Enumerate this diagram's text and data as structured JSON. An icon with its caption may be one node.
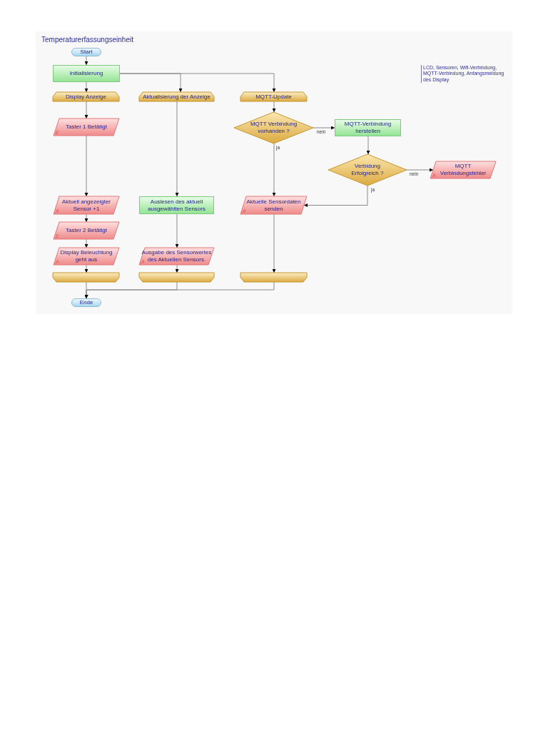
{
  "diagram": {
    "title": "Temperaturerfassungseinheit",
    "nodes": [
      {
        "text": [
          "Start"
        ]
      },
      {
        "text": [
          "Initialisierung"
        ]
      },
      {
        "text": [
          "Display Anzeige"
        ]
      },
      {
        "text": [
          "Aktualisierung der Anzeige"
        ]
      },
      {
        "text": [
          "MQTT-Update"
        ]
      },
      {
        "text": [
          "Taster 1 Betätigt",
          "E"
        ]
      },
      {
        "text": [
          "MQTT Verbindung vorhanden ?"
        ]
      },
      {
        "text": [
          "MQTT-Verbindung herstellen"
        ]
      },
      {
        "text": [
          "Verbidung Erfolgreich ?"
        ]
      },
      {
        "text": [
          "A",
          "MQTT Verbindungsfehler"
        ]
      },
      {
        "text": [
          "A",
          "Aktuell angezeigter Sensor +1"
        ]
      },
      {
        "text": [
          "Auslesen des aktuell ausgewählten Sensors"
        ]
      },
      {
        "text": [
          "A",
          "Aktuelle Sensordaten senden"
        ]
      },
      {
        "text": [
          "Taster 2 Betätigt",
          "E"
        ]
      },
      {
        "text": [
          "A",
          "Display Beleuchtung geht aus"
        ]
      },
      {
        "text": [
          "A",
          "Ausgabe des Sensorwertes des Aktuellen Sensors."
        ]
      },
      {
        "text": [],
        "shape": "box"
      },
      {
        "text": [],
        "shape": "box"
      },
      {
        "text": [],
        "shape": "box"
      },
      {
        "text": [
          "Ende"
        ]
      }
    ],
    "edges": [
      {
        "from": 0,
        "to": 1,
        "arrow": "to"
      },
      {
        "from": 1,
        "to": 2,
        "arrow": "to"
      },
      {
        "from": 1,
        "to": 3,
        "arrow": "to"
      },
      {
        "from": 1,
        "to": 4,
        "arrow": "to"
      },
      {
        "from": 2,
        "to": 5,
        "arrow": "to"
      },
      {
        "from": 5,
        "to": 10,
        "arrow": "to"
      },
      {
        "from": 10,
        "to": 13,
        "arrow": "to"
      },
      {
        "from": 13,
        "to": 14,
        "arrow": "to"
      },
      {
        "from": 14,
        "to": 16,
        "arrow": "to"
      },
      {
        "from": 3,
        "to": 11,
        "arrow": "to"
      },
      {
        "from": 11,
        "to": 15,
        "arrow": "to"
      },
      {
        "from": 15,
        "to": 17,
        "arrow": "to"
      },
      {
        "from": 4,
        "to": 6,
        "arrow": "to"
      },
      {
        "from": 6,
        "to": 7,
        "arrow": "to",
        "label": "nein"
      },
      {
        "from": 6,
        "to": 12,
        "arrow": "to",
        "label": "ja"
      },
      {
        "from": 7,
        "to": 8,
        "arrow": "to"
      },
      {
        "from": 8,
        "to": 9,
        "arrow": "to",
        "label": "nein"
      },
      {
        "from": 8,
        "to": 12,
        "arrow": "to",
        "label": "ja"
      },
      {
        "from": 12,
        "to": 18,
        "arrow": "to"
      },
      {
        "from": 16,
        "to": 19,
        "arrow": "to"
      },
      {
        "from": 17,
        "to": 19,
        "arrow": "to"
      },
      {
        "from": 18,
        "to": 19,
        "arrow": "to"
      }
    ],
    "labels": [
      "LCD, Sensoren, Wifi-Verbindung, MQTT-Verbindung, Anfangsmeldung des Display"
    ]
  }
}
